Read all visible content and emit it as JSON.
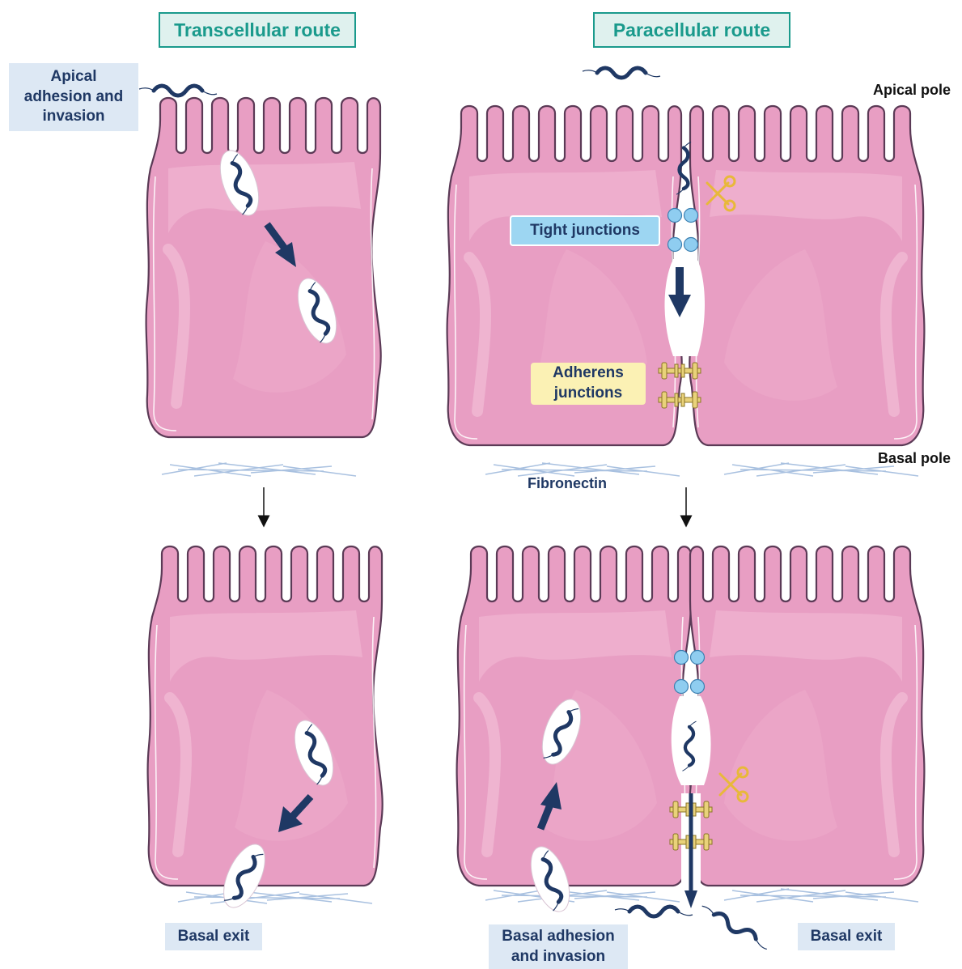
{
  "labels": {
    "transcellular": "Transcellular route",
    "paracellular": "Paracellular route",
    "apical_adhesion": "Apical adhesion and invasion",
    "apical_pole": "Apical pole",
    "basal_pole": "Basal pole",
    "tight_junctions": "Tight junctions",
    "adherens_junctions": "Adherens junctions",
    "fibronectin": "Fibronectin",
    "basal_exit_left": "Basal exit",
    "basal_adhesion": "Basal adhesion and invasion",
    "basal_exit_right": "Basal exit"
  },
  "colors": {
    "cell_fill": "#e89ec3",
    "cell_stroke": "#5b3a56",
    "cell_highlight": "#f2bcd6",
    "bacterium": "#1f3864",
    "vacuole": "#ffffff",
    "tight_junction": "#8fcdf0",
    "adherens_junction": "#e9d27a",
    "fibronectin": "#a9c1e0",
    "scissors": "#e8b83a",
    "title_teal": "#1a9a8c"
  }
}
